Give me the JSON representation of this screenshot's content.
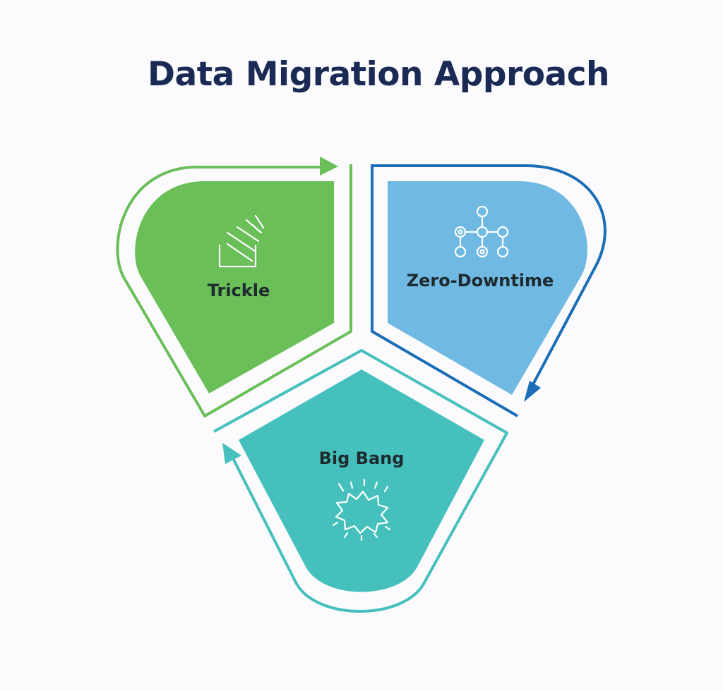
{
  "title": "Data Migration Approach",
  "segments": [
    {
      "label": "Trickle",
      "icon": "trickle-icon",
      "color": "#6abf59",
      "outline": "#6abf59"
    },
    {
      "label": "Zero-Downtime",
      "icon": "network-nodes-icon",
      "color": "#6fb9e2",
      "outline": "#1b6db5"
    },
    {
      "label": "Big Bang",
      "icon": "explosion-icon",
      "color": "#45c0bd",
      "outline": "#45c0bd"
    }
  ]
}
